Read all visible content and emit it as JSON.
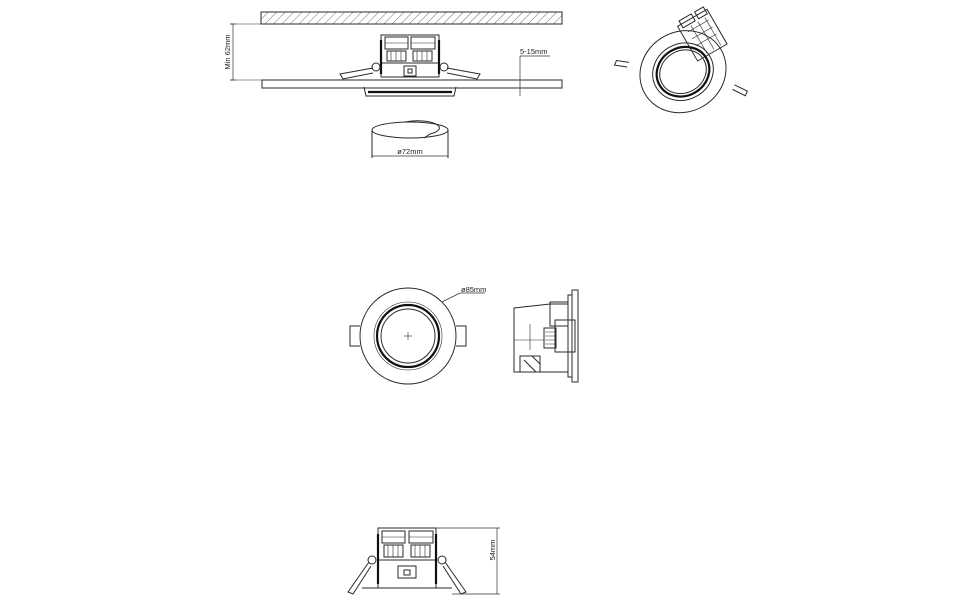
{
  "labels": {
    "min_height": "Min 62mm",
    "ceiling_thickness": "5-15mm",
    "cutout_diameter": "ø72mm",
    "outer_diameter": "ø85mm",
    "overall_height": "54mm"
  }
}
